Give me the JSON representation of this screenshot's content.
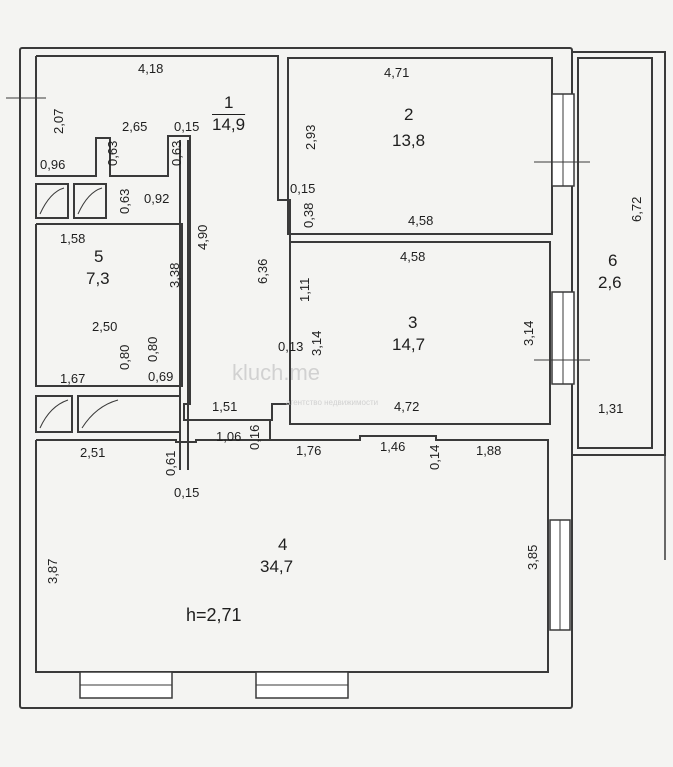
{
  "rooms": [
    {
      "num": "1",
      "area": "14,9"
    },
    {
      "num": "2",
      "area": "13,8"
    },
    {
      "num": "3",
      "area": "14,7"
    },
    {
      "num": "4",
      "area": "34,7"
    },
    {
      "num": "5",
      "area": "7,3"
    },
    {
      "num": "6",
      "area": "2,6"
    }
  ],
  "ceiling_height": "h=2,71",
  "dims": {
    "r1_top": "4,18",
    "r1_left": "2,07",
    "r1_a": "2,65",
    "r1_b": "0,15",
    "r1_c": "0,63",
    "r1_d": "0,63",
    "r1_e": "0,96",
    "r1_f": "0,63",
    "r1_g": "0,92",
    "r1_h": "4,90",
    "r5_top": "1,58",
    "r5_right": "3,38",
    "r5_bottom": "2,50",
    "r5_a": "0,80",
    "r5_b": "0,80",
    "r5_c": "0,69",
    "r5_d": "1,67",
    "c_636": "6,36",
    "c_151": "1,51",
    "c_106": "1,06",
    "c_016": "0,16",
    "r2_top": "4,71",
    "r2_left": "2,93",
    "r2_a": "0,15",
    "r2_b": "0,38",
    "r2_bottom": "4,58",
    "r3_top": "4,58",
    "r3_left": "1,11",
    "r3_a": "0,13",
    "r3_b": "3,14",
    "r3_right": "3,14",
    "r3_bottom": "4,72",
    "r6_len": "6,72",
    "r6_w": "1,31",
    "r4_a": "1,76",
    "r4_b": "1,46",
    "r4_c": "0,14",
    "r4_d": "1,88",
    "r4_e": "2,51",
    "r4_f": "0,61",
    "r4_g": "0,15",
    "r4_left": "3,87",
    "r4_right": "3,85"
  },
  "watermark": {
    "text": "kluch.me",
    "sub": "агентство недвижимости"
  }
}
